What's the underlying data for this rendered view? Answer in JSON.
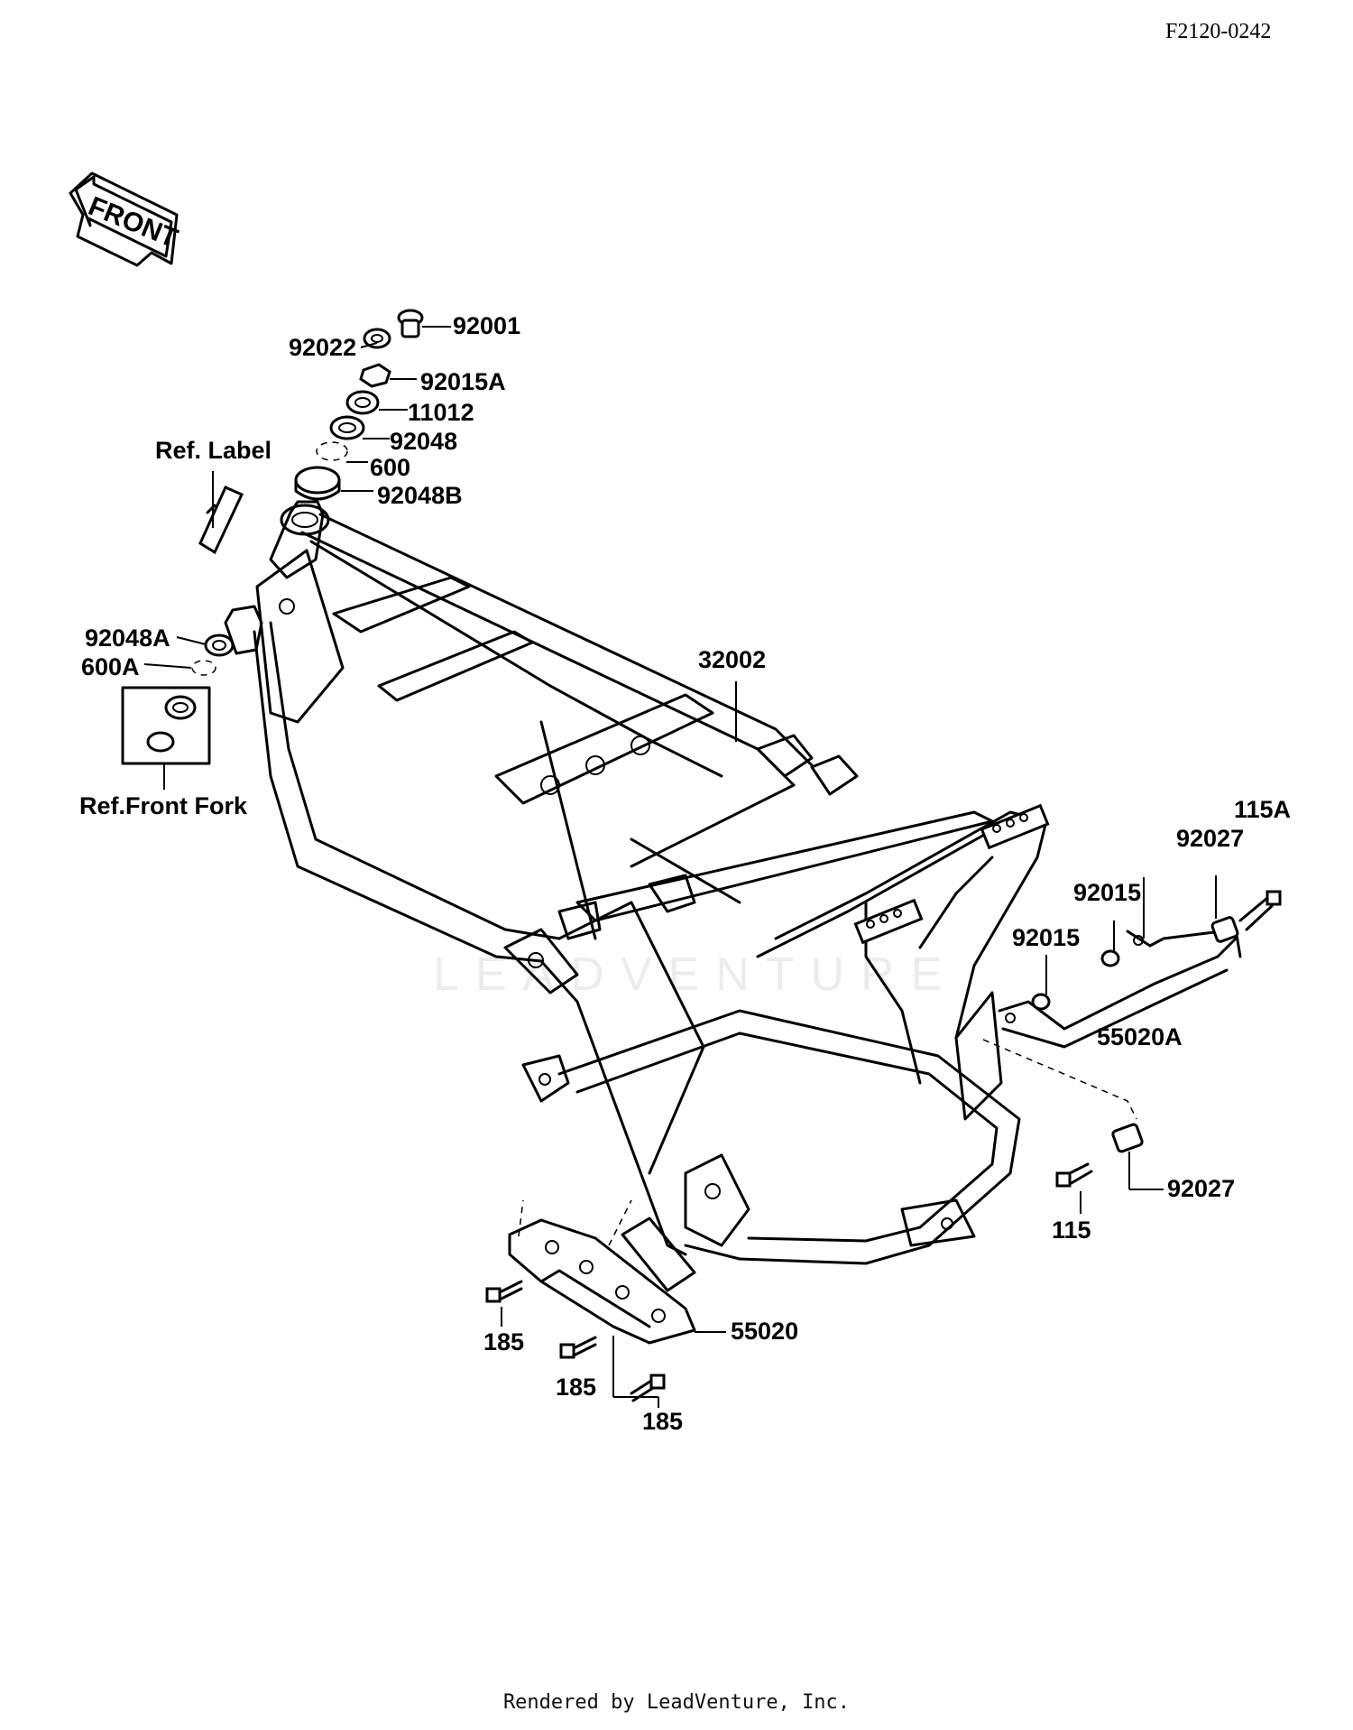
{
  "diagram_code": "F2120-0242",
  "front_label": "FRONT",
  "watermark": "LEADVENTURE",
  "footer": "Rendered by LeadVenture, Inc.",
  "callouts": {
    "p92001": "92001",
    "p92022": "92022",
    "p92015A": "92015A",
    "p11012": "11012",
    "p92048": "92048",
    "p600": "600",
    "p92048B": "92048B",
    "ref_label": "Ref. Label",
    "p92048A": "92048A",
    "p600A": "600A",
    "ref_front_fork": "Ref.Front Fork",
    "p32002": "32002",
    "p115A": "115A",
    "p92027_top": "92027",
    "p92015_a": "92015",
    "p92015_b": "92015",
    "p55020A": "55020A",
    "p92027_bottom": "92027",
    "p115": "115",
    "p55020": "55020",
    "p185_a": "185",
    "p185_b": "185",
    "p185_c": "185"
  }
}
